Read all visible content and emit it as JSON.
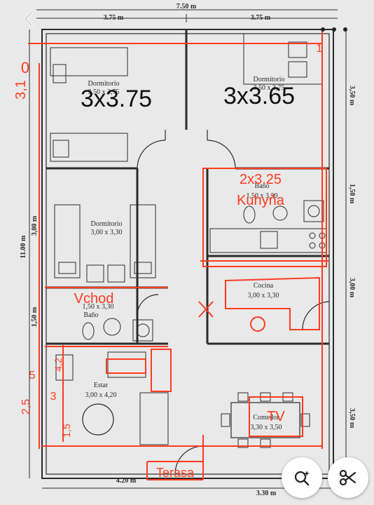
{
  "viewer": {
    "icons": {
      "back": "chevron-left-icon",
      "more": "more-dots-icon",
      "lens": "visual-search-icon",
      "cut": "scissors-icon"
    }
  },
  "plan": {
    "dimensions": {
      "top_total": "7.50 m",
      "top_left": "3.75 m",
      "top_right": "3.75 m",
      "left_total": "11.00 m",
      "left_upper": "3,00 m",
      "left_lower": "1,50 m",
      "right_1": "3,50 m",
      "right_2": "1,50 m",
      "right_3": "3,00 m",
      "right_4": "3,50 m",
      "bottom_left": "4.20 m",
      "bottom_right": "3.30 m"
    },
    "rooms": {
      "dorm1_name": "Dormitorio",
      "dorm1_size": "3,50 x 3,75",
      "dorm2_name": "Dormitorio",
      "dorm2_size": "3,50 x 3,75",
      "dorm3_name": "Dormitorio",
      "dorm3_size": "3,00 x 3,30",
      "bath1_name": "Baño",
      "bath1_size": "1,50 x 3,30",
      "bath2_name": "Baño",
      "bath2_size": "1,50 x 3,30",
      "kitchen_name": "Cocina",
      "kitchen_size": "3,00 x 3,30",
      "living_name": "Estar",
      "living_size": "3,00 x 4,20",
      "dining_name": "Comedor",
      "dining_size": "3,30 x 3,50"
    },
    "annotations": {
      "a1": "3x3.75",
      "a2": "3x3.65",
      "a3": "2x3.25",
      "a4": "Kuhyňa",
      "a5": "Vchod",
      "a6": "Terasa",
      "a7": "3,1",
      "a8": "0",
      "a9": "1",
      "a10": "TV",
      "a11": "5",
      "a12": "2,5",
      "a13": "3",
      "a14": "1,5",
      "a15": "4,2"
    },
    "colors": {
      "annotation": "#ff3b1f",
      "walls": "#2b2b2b"
    }
  }
}
